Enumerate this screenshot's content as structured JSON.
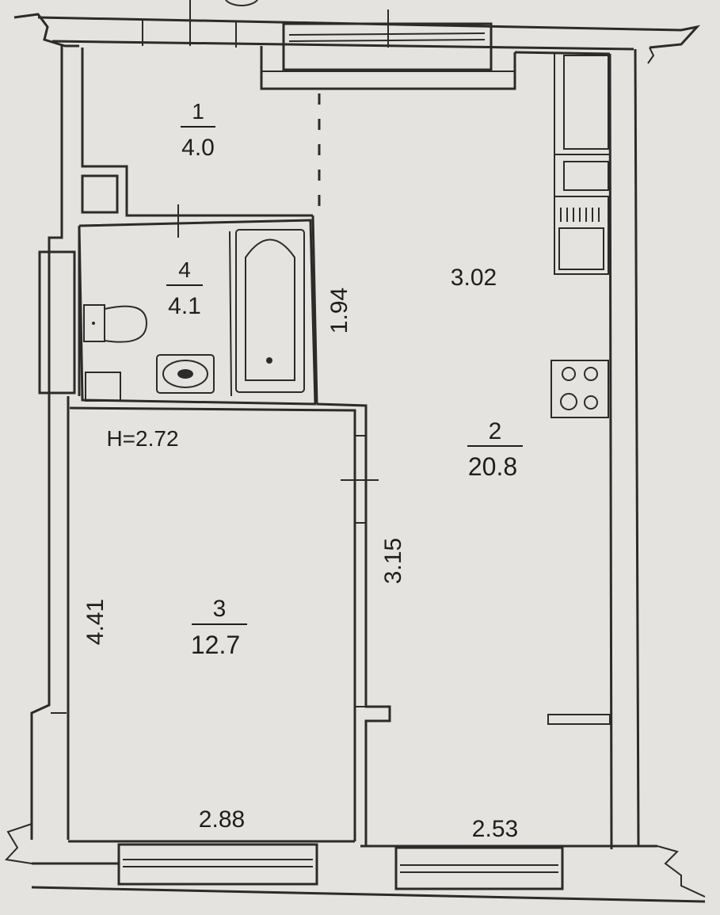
{
  "rooms": [
    {
      "number": "1",
      "area": "4.0"
    },
    {
      "number": "2",
      "area": "20.8"
    },
    {
      "number": "3",
      "area": "12.7"
    },
    {
      "number": "4",
      "area": "4.1"
    }
  ],
  "dimensions": {
    "d302": "3.02",
    "d194": "1.94",
    "d315": "3.15",
    "d441": "4.41",
    "d288": "2.88",
    "d253": "2.53"
  },
  "ceiling_height": "H=2.72"
}
